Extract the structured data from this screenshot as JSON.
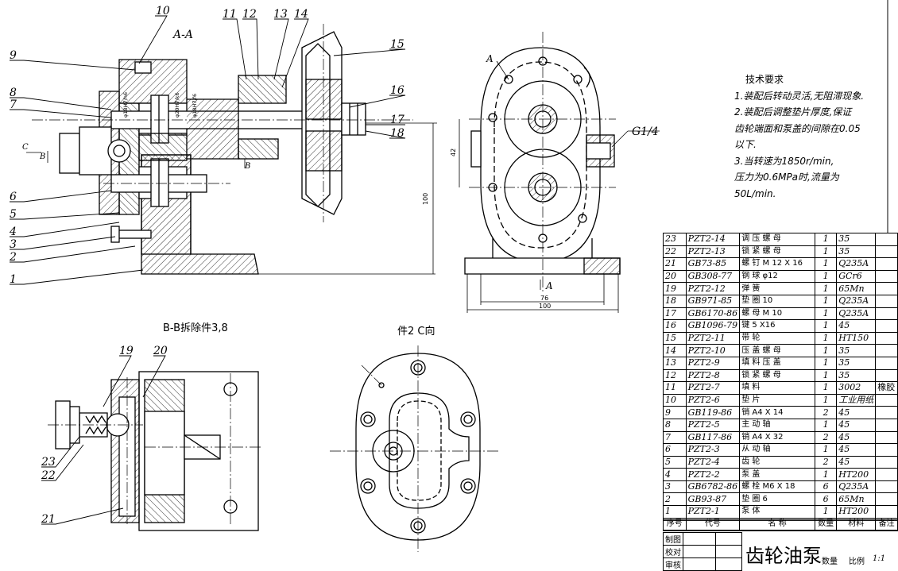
{
  "view_titles": {
    "aa": "A-A",
    "bb": "B-B拆除件3,8",
    "c_view": "件2 C向",
    "view_c": "C",
    "view_b": "B",
    "view_a": "A",
    "dim_42": "42",
    "dim_100v": "100",
    "dim_76": "76",
    "dim_100h": "100",
    "g14": "G1/4",
    "fit1": "φ18H7/h6",
    "fit2": "φ20H7/k6",
    "fit3": "φ18H7/f6"
  },
  "leaders": [
    "10",
    "11",
    "12",
    "13",
    "14",
    "15",
    "16",
    "17",
    "18",
    "9",
    "8",
    "7",
    "6",
    "5",
    "4",
    "3",
    "2",
    "1",
    "19",
    "20",
    "23",
    "22",
    "21"
  ],
  "tech_req": {
    "title": "技术要求",
    "l1": "1.装配后转动灵活,无阻滞现象.",
    "l2": "2.装配后调整垫片厚度,保证",
    "l3": "齿轮端面和泵盖的间隙在0.05",
    "l4": "以下.",
    "l5": "3.当转速为1850r/min,",
    "l6": "压力为0.6MPa时,流量为",
    "l7": "50L/min."
  },
  "bom": {
    "rows": [
      {
        "idx": "23",
        "code": "PZT2-14",
        "name": "调 压 螺 母",
        "qty": "1",
        "mat": "35",
        "note": ""
      },
      {
        "idx": "22",
        "code": "PZT2-13",
        "name": "锁 紧 螺 母",
        "qty": "1",
        "mat": "35",
        "note": ""
      },
      {
        "idx": "21",
        "code": "GB73-85",
        "name": "螺 钉  M 12 X 16",
        "qty": "1",
        "mat": "Q235A",
        "note": ""
      },
      {
        "idx": "20",
        "code": "GB308-77",
        "name": "钢 球  φ12",
        "qty": "1",
        "mat": "GCr6",
        "note": ""
      },
      {
        "idx": "19",
        "code": "PZT2-12",
        "name": "弹 簧",
        "qty": "1",
        "mat": "65Mn",
        "note": ""
      },
      {
        "idx": "18",
        "code": "GB971-85",
        "name": "垫 圈  10",
        "qty": "1",
        "mat": "Q235A",
        "note": ""
      },
      {
        "idx": "17",
        "code": "GB6170-86",
        "name": "螺 母  M 10",
        "qty": "1",
        "mat": "Q235A",
        "note": ""
      },
      {
        "idx": "16",
        "code": "GB1096-79",
        "name": "键    5 X16",
        "qty": "1",
        "mat": "45",
        "note": ""
      },
      {
        "idx": "15",
        "code": "PZT2-11",
        "name": "带 轮",
        "qty": "1",
        "mat": "HT150",
        "note": ""
      },
      {
        "idx": "14",
        "code": "PZT2-10",
        "name": "压 盖 螺 母",
        "qty": "1",
        "mat": "35",
        "note": ""
      },
      {
        "idx": "13",
        "code": "PZT2-9",
        "name": "填 料 压 盖",
        "qty": "1",
        "mat": "35",
        "note": ""
      },
      {
        "idx": "12",
        "code": "PZT2-8",
        "name": "锁 紧 螺 母",
        "qty": "1",
        "mat": "35",
        "note": ""
      },
      {
        "idx": "11",
        "code": "PZT2-7",
        "name": "填 料",
        "qty": "1",
        "mat": "3002",
        "note": "橡胶"
      },
      {
        "idx": "10",
        "code": "PZT2-6",
        "name": "垫 片",
        "qty": "1",
        "mat": "工业用纸",
        "note": ""
      },
      {
        "idx": "9",
        "code": "GB119-86",
        "name": "销    A4 X 14",
        "qty": "2",
        "mat": "45",
        "note": ""
      },
      {
        "idx": "8",
        "code": "PZT2-5",
        "name": "主 动 轴",
        "qty": "1",
        "mat": "45",
        "note": ""
      },
      {
        "idx": "7",
        "code": "GB117-86",
        "name": "销    A4 X 32",
        "qty": "2",
        "mat": "45",
        "note": ""
      },
      {
        "idx": "6",
        "code": "PZT2-3",
        "name": "从 动 轴",
        "qty": "1",
        "mat": "45",
        "note": ""
      },
      {
        "idx": "5",
        "code": "PZT2-4",
        "name": "齿 轮",
        "qty": "2",
        "mat": "45",
        "note": ""
      },
      {
        "idx": "4",
        "code": "PZT2-2",
        "name": "泵 盖",
        "qty": "1",
        "mat": "HT200",
        "note": ""
      },
      {
        "idx": "3",
        "code": "GB6782-86",
        "name": "螺 栓  M6 X 18",
        "qty": "6",
        "mat": "Q235A",
        "note": ""
      },
      {
        "idx": "2",
        "code": "GB93-87",
        "name": "垫 圈  6",
        "qty": "6",
        "mat": "65Mn",
        "note": ""
      },
      {
        "idx": "1",
        "code": "PZT2-1",
        "name": "泵 体",
        "qty": "1",
        "mat": "HT200",
        "note": ""
      }
    ],
    "header": {
      "idx": "序号",
      "code": "代号",
      "name": "名    称",
      "qty": "数量",
      "mat": "材料",
      "note": "备注"
    }
  },
  "sign": {
    "r1": "制图",
    "r2": "校对",
    "r3": "审核"
  },
  "title_block": {
    "name": "齿轮油泵",
    "qty_lbl": "数量",
    "scale_lbl": "比例",
    "scale": "1:1"
  }
}
